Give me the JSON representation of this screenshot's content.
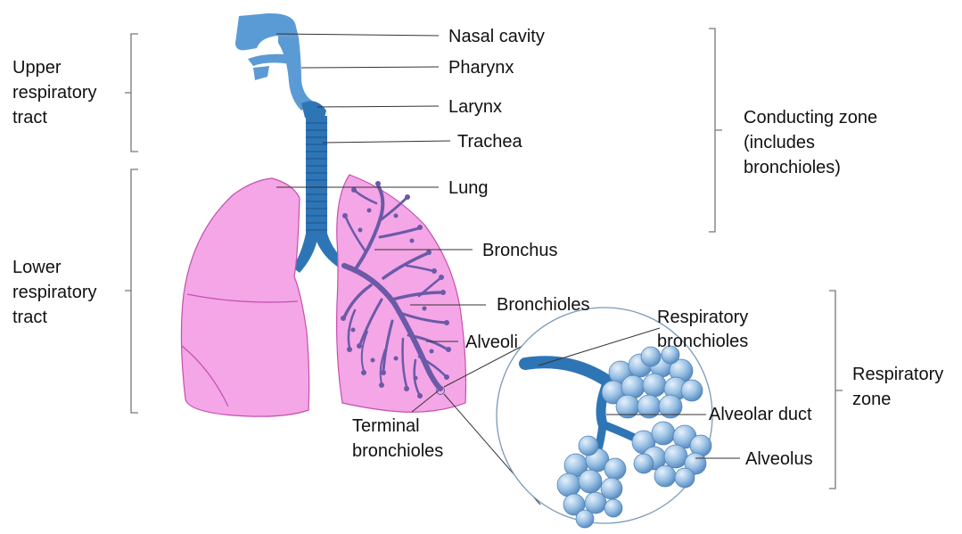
{
  "labels": {
    "nasal_cavity": "Nasal cavity",
    "pharynx": "Pharynx",
    "larynx": "Larynx",
    "trachea": "Trachea",
    "lung": "Lung",
    "bronchus": "Bronchus",
    "bronchioles": "Bronchioles",
    "alveoli": "Alveoli",
    "terminal_bronchioles": [
      "Terminal",
      "bronchioles"
    ],
    "respiratory_bronchioles": [
      "Respiratory",
      "bronchioles"
    ],
    "alveolar_duct": "Alveolar duct",
    "alveolus": "Alveolus"
  },
  "groups": {
    "upper_tract": [
      "Upper",
      "respiratory",
      "tract"
    ],
    "lower_tract": [
      "Lower",
      "respiratory",
      "tract"
    ],
    "conducting_zone": [
      "Conducting zone",
      "(includes",
      "bronchioles)"
    ],
    "respiratory_zone": [
      "Respiratory",
      "zone"
    ]
  },
  "colors": {
    "airway_light": "#5b9bd5",
    "airway_dark": "#2e75b6",
    "lung_fill": "#f4a6e6",
    "lung_stroke": "#c54fb0",
    "bronchial_tree": "#6a5aa8",
    "alveolus_fill": "#9cc2e5",
    "bracket": "#777777"
  }
}
